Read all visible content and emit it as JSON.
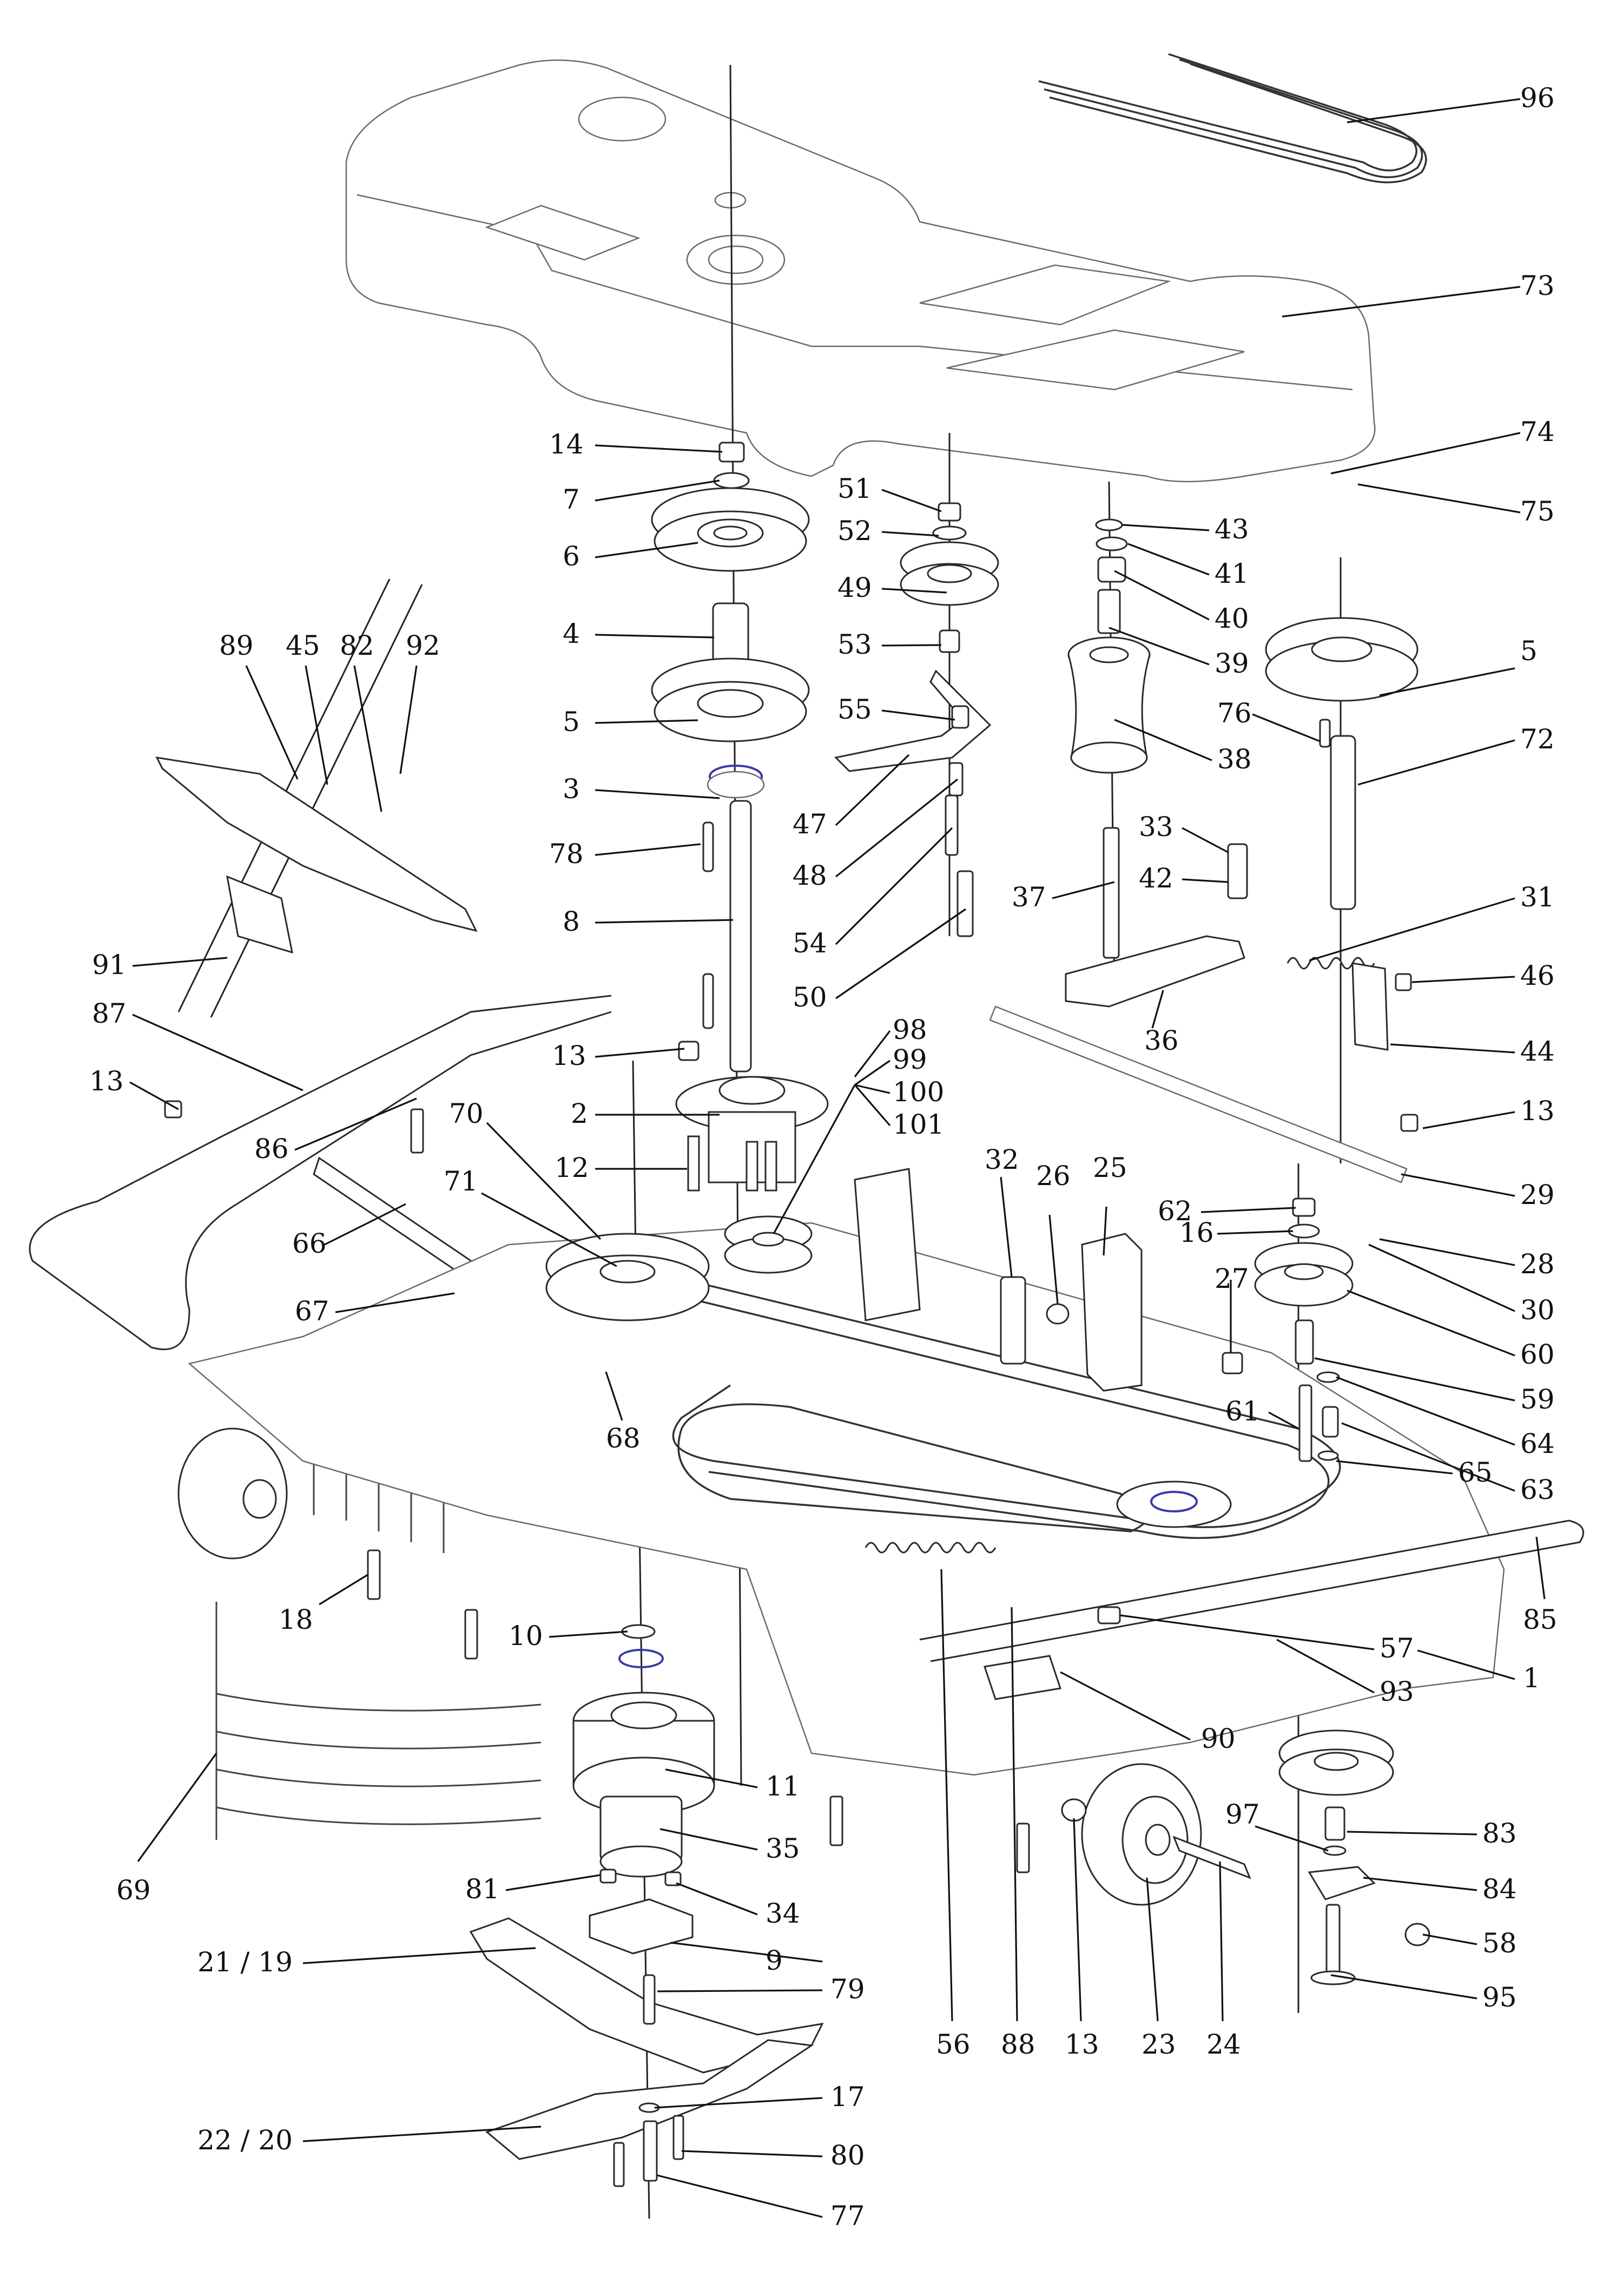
{
  "diagram": {
    "highlight_color": "#3a3aa8",
    "line_color": "#2a2a2a",
    "labels": [
      {
        "id": "96",
        "text": "96"
      },
      {
        "id": "73",
        "text": "73"
      },
      {
        "id": "74",
        "text": "74"
      },
      {
        "id": "75",
        "text": "75"
      },
      {
        "id": "14",
        "text": "14"
      },
      {
        "id": "7",
        "text": "7"
      },
      {
        "id": "6",
        "text": "6"
      },
      {
        "id": "51",
        "text": "51"
      },
      {
        "id": "52",
        "text": "52"
      },
      {
        "id": "43",
        "text": "43"
      },
      {
        "id": "41",
        "text": "41"
      },
      {
        "id": "49",
        "text": "49"
      },
      {
        "id": "40",
        "text": "40"
      },
      {
        "id": "39",
        "text": "39"
      },
      {
        "id": "4",
        "text": "4"
      },
      {
        "id": "53",
        "text": "53"
      },
      {
        "id": "5a",
        "text": "5"
      },
      {
        "id": "5b",
        "text": "5"
      },
      {
        "id": "89",
        "text": "89"
      },
      {
        "id": "45",
        "text": "45"
      },
      {
        "id": "82",
        "text": "82"
      },
      {
        "id": "92",
        "text": "92"
      },
      {
        "id": "55",
        "text": "55"
      },
      {
        "id": "76",
        "text": "76"
      },
      {
        "id": "72",
        "text": "72"
      },
      {
        "id": "38",
        "text": "38"
      },
      {
        "id": "3",
        "text": "3"
      },
      {
        "id": "47",
        "text": "47"
      },
      {
        "id": "78",
        "text": "78"
      },
      {
        "id": "33",
        "text": "33"
      },
      {
        "id": "48",
        "text": "48"
      },
      {
        "id": "42",
        "text": "42"
      },
      {
        "id": "37",
        "text": "37"
      },
      {
        "id": "31",
        "text": "31"
      },
      {
        "id": "8",
        "text": "8"
      },
      {
        "id": "54",
        "text": "54"
      },
      {
        "id": "91",
        "text": "91"
      },
      {
        "id": "46",
        "text": "46"
      },
      {
        "id": "50",
        "text": "50"
      },
      {
        "id": "87",
        "text": "87"
      },
      {
        "id": "98",
        "text": "98"
      },
      {
        "id": "36",
        "text": "36"
      },
      {
        "id": "99",
        "text": "99"
      },
      {
        "id": "44",
        "text": "44"
      },
      {
        "id": "13a",
        "text": "13"
      },
      {
        "id": "13b",
        "text": "13"
      },
      {
        "id": "100",
        "text": "100"
      },
      {
        "id": "13c",
        "text": "13"
      },
      {
        "id": "2",
        "text": "2"
      },
      {
        "id": "101",
        "text": "101"
      },
      {
        "id": "70",
        "text": "70"
      },
      {
        "id": "86",
        "text": "86"
      },
      {
        "id": "12",
        "text": "12"
      },
      {
        "id": "32",
        "text": "32"
      },
      {
        "id": "26",
        "text": "26"
      },
      {
        "id": "25",
        "text": "25"
      },
      {
        "id": "29",
        "text": "29"
      },
      {
        "id": "71",
        "text": "71"
      },
      {
        "id": "62",
        "text": "62"
      },
      {
        "id": "16",
        "text": "16"
      },
      {
        "id": "66",
        "text": "66"
      },
      {
        "id": "28",
        "text": "28"
      },
      {
        "id": "27",
        "text": "27"
      },
      {
        "id": "67",
        "text": "67"
      },
      {
        "id": "30",
        "text": "30"
      },
      {
        "id": "60",
        "text": "60"
      },
      {
        "id": "59",
        "text": "59"
      },
      {
        "id": "61",
        "text": "61"
      },
      {
        "id": "68",
        "text": "68"
      },
      {
        "id": "64",
        "text": "64"
      },
      {
        "id": "65",
        "text": "65"
      },
      {
        "id": "63",
        "text": "63"
      },
      {
        "id": "85",
        "text": "85"
      },
      {
        "id": "18",
        "text": "18"
      },
      {
        "id": "10",
        "text": "10"
      },
      {
        "id": "57",
        "text": "57"
      },
      {
        "id": "1",
        "text": "1"
      },
      {
        "id": "93",
        "text": "93"
      },
      {
        "id": "90",
        "text": "90"
      },
      {
        "id": "11",
        "text": "11"
      },
      {
        "id": "97",
        "text": "97"
      },
      {
        "id": "83",
        "text": "83"
      },
      {
        "id": "35",
        "text": "35"
      },
      {
        "id": "69",
        "text": "69"
      },
      {
        "id": "84",
        "text": "84"
      },
      {
        "id": "81",
        "text": "81"
      },
      {
        "id": "34",
        "text": "34"
      },
      {
        "id": "58",
        "text": "58"
      },
      {
        "id": "9",
        "text": "9"
      },
      {
        "id": "21_19",
        "text": "21 / 19"
      },
      {
        "id": "95",
        "text": "95"
      },
      {
        "id": "79",
        "text": "79"
      },
      {
        "id": "56",
        "text": "56"
      },
      {
        "id": "88",
        "text": "88"
      },
      {
        "id": "13d",
        "text": "13"
      },
      {
        "id": "23",
        "text": "23"
      },
      {
        "id": "24",
        "text": "24"
      },
      {
        "id": "17",
        "text": "17"
      },
      {
        "id": "22_20",
        "text": "22 / 20"
      },
      {
        "id": "80",
        "text": "80"
      },
      {
        "id": "77",
        "text": "77"
      }
    ]
  }
}
